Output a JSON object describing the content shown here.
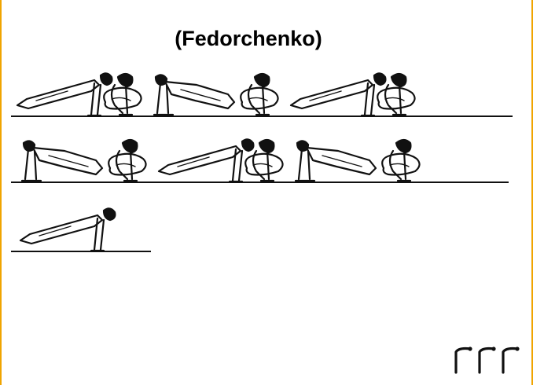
{
  "title": "(Fedorchenko)",
  "colors": {
    "ink": "#111111",
    "frame_border": "#f0a400",
    "background": "#ffffff"
  },
  "sequence": {
    "rows": [
      {
        "figures": [
          "extended-support",
          "tuck",
          "pike",
          "tuck",
          "extended-support",
          "tuck"
        ]
      },
      {
        "figures": [
          "pike",
          "tuck",
          "extended-support",
          "tuck",
          "pike",
          "tuck"
        ]
      },
      {
        "figures": [
          "extended-support"
        ]
      }
    ]
  },
  "value_marks": [
    "r",
    "r",
    "r"
  ]
}
